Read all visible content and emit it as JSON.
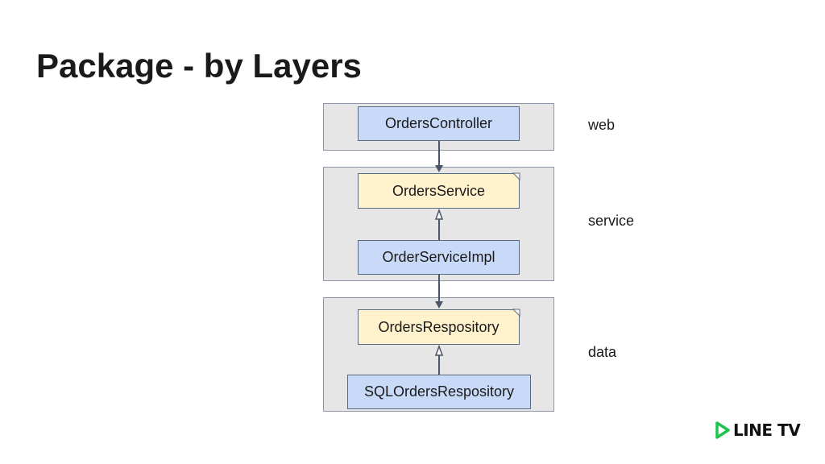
{
  "slide": {
    "title": "Package - by Layers"
  },
  "layers": {
    "web": {
      "label": "web"
    },
    "service": {
      "label": "service"
    },
    "data": {
      "label": "data"
    }
  },
  "nodes": {
    "orders_controller": "OrdersController",
    "orders_service": "OrdersService",
    "order_service_impl": "OrderServiceImpl",
    "orders_repository": "OrdersRespository",
    "sql_orders_repository": "SQLOrdersRespository"
  },
  "colors": {
    "class_fill": "#c9daf8",
    "interface_fill": "#fff2cc",
    "layer_fill": "#e6e6e6",
    "arrow": "#4a5568",
    "logo_green": "#1fc34d"
  },
  "logo": {
    "text": "LINE TV",
    "play_icon": "play-icon"
  }
}
